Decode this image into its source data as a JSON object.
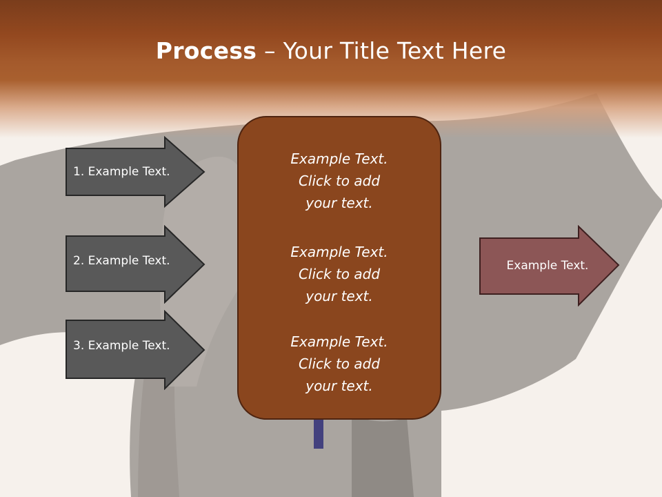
{
  "slide": {
    "title_bold": "Process",
    "title_rest": " – Your Title Text Here"
  },
  "left_arrows": [
    {
      "label": "1. Example Text."
    },
    {
      "label": "2. Example Text."
    },
    {
      "label": "3. Example Text."
    }
  ],
  "center_box": {
    "blocks": [
      {
        "line1": "Example Text.",
        "line2": "Click  to add",
        "line3": "your text."
      },
      {
        "line1": "Example Text.",
        "line2": "Click  to add",
        "line3": "your text."
      },
      {
        "line1": "Example Text.",
        "line2": "Click  to add",
        "line3": "your text."
      }
    ]
  },
  "right_arrow": {
    "label": "Example Text."
  },
  "colors": {
    "header": "#a45a2c",
    "left_arrow_fill": "#595959",
    "center_box_fill": "#8a461e",
    "right_arrow_fill": "#8c5656"
  }
}
